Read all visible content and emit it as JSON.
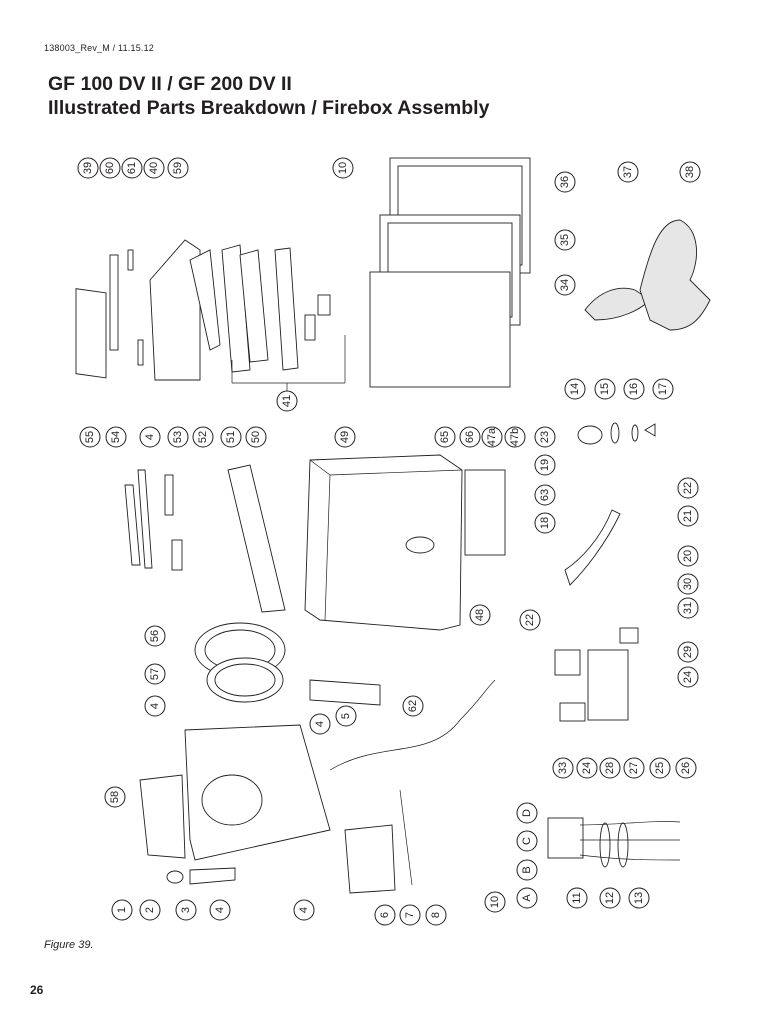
{
  "header": {
    "doc_number": "138003_Rev_M  /  11.15.12",
    "title_line1": "GF 100 DV II / GF 200 DV II",
    "title_line2": "Illustrated Parts Breakdown / Firebox Assembly"
  },
  "figure": {
    "caption": "Figure 39.",
    "callouts": [
      "39",
      "60",
      "61",
      "40",
      "59",
      "10",
      "36",
      "37",
      "38",
      "35",
      "34",
      "41",
      "14",
      "15",
      "16",
      "17",
      "55",
      "54",
      "4",
      "53",
      "52",
      "51",
      "50",
      "49",
      "65",
      "66",
      "47a",
      "47b",
      "23",
      "19",
      "22",
      "63",
      "21",
      "18",
      "20",
      "48",
      "30",
      "31",
      "56",
      "22",
      "29",
      "57",
      "24",
      "4",
      "5",
      "62",
      "4",
      "33",
      "24",
      "28",
      "27",
      "25",
      "26",
      "58",
      "D",
      "C",
      "B",
      "A",
      "11",
      "12",
      "13",
      "1",
      "2",
      "3",
      "4",
      "4",
      "6",
      "7",
      "8",
      "10"
    ]
  },
  "footer": {
    "page_number": "26"
  }
}
